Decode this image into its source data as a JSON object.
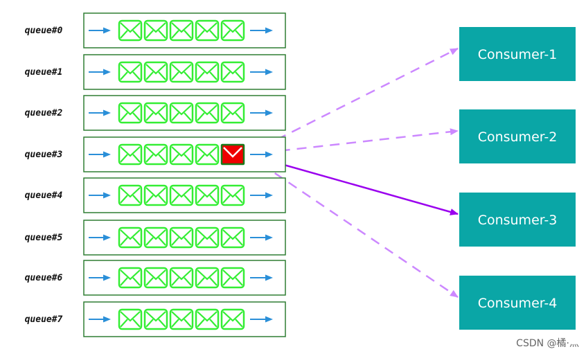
{
  "queues": [
    {
      "label": "queue#0"
    },
    {
      "label": "queue#1"
    },
    {
      "label": "queue#2"
    },
    {
      "label": "queue#3",
      "highlight_index": 4
    },
    {
      "label": "queue#4"
    },
    {
      "label": "queue#5"
    },
    {
      "label": "queue#6"
    },
    {
      "label": "queue#7"
    }
  ],
  "messages_per_queue": 5,
  "consumers": [
    {
      "label": "Consumer-1"
    },
    {
      "label": "Consumer-2"
    },
    {
      "label": "Consumer-3"
    },
    {
      "label": "Consumer-4"
    }
  ],
  "connections": [
    {
      "from_queue": "queue#3",
      "to": "Consumer-1",
      "style": "dashed"
    },
    {
      "from_queue": "queue#3",
      "to": "Consumer-2",
      "style": "dashed"
    },
    {
      "from_queue": "queue#3",
      "to": "Consumer-3",
      "style": "solid"
    },
    {
      "from_queue": "queue#3",
      "to": "Consumer-4",
      "style": "dashed"
    }
  ],
  "watermark": "CSDN @橘·灬",
  "colors": {
    "queue_border": "#2e7d32",
    "message": "#33ee33",
    "highlight_fill": "#ee0000",
    "highlight_border": "#1a7a1a",
    "flow_arrow": "#2a8fd8",
    "consumer_fill": "#0aa6a6",
    "solid_connection": "#9a00ee",
    "dashed_connection": "#cc88ff"
  },
  "icons": {
    "message": "envelope-icon",
    "flow": "arrow-right-icon"
  }
}
